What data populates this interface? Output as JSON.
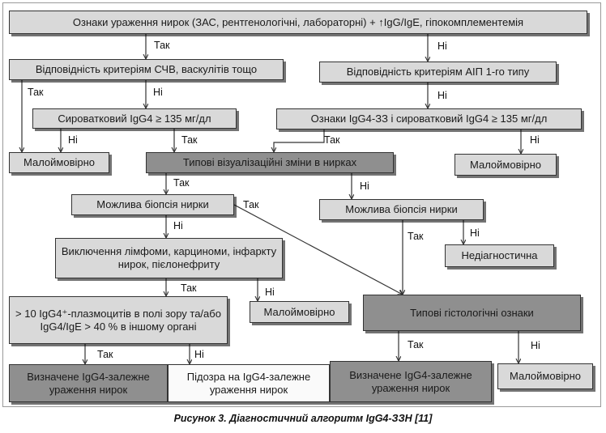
{
  "nodes": {
    "n1": "Ознаки ураження нирок (ЗАС, рентгенологічні, лабораторні) + ↑IgG/IgE, гіпокомплементемія",
    "n2": "Відповідність критеріям СЧВ, васкулітів тощо",
    "n3": "Відповідність критеріям АІП 1-го типу",
    "n4": "Сироватковий IgG4 ≥ 135 мг/дл",
    "n5": "Ознаки IgG4-ЗЗ і сироватковий IgG4 ≥ 135 мг/дл",
    "n6": "Малоймовірно",
    "n7": "Типові візуалізаційні зміни в нирках",
    "n8": "Малоймовірно",
    "n9": "Можлива біопсія нирки",
    "n10": "Можлива біопсія нирки",
    "n11": "Виключення лімфоми, карциноми, інфаркту нирок, пієлонефриту",
    "n12": "Недіагностична",
    "n13": "> 10 IgG4⁺-плазмоцитів в полі зору та/або IgG4/IgE > 40 % в іншому органі",
    "n14": "Малоймовірно",
    "n15": "Типові гістологічні ознаки",
    "n16": "Визначене IgG4-залежне ураження нирок",
    "n17": "Підозра на IgG4-залежне ураження нирок",
    "n18": "Визначене IgG4-залежне ураження нирок",
    "n19": "Малоймовірно"
  },
  "edge_labels": {
    "yes": "Так",
    "no": "Ні"
  },
  "caption": "Рисунок 3. Діагностичний алгоритм IgG4-ЗЗН [11]"
}
